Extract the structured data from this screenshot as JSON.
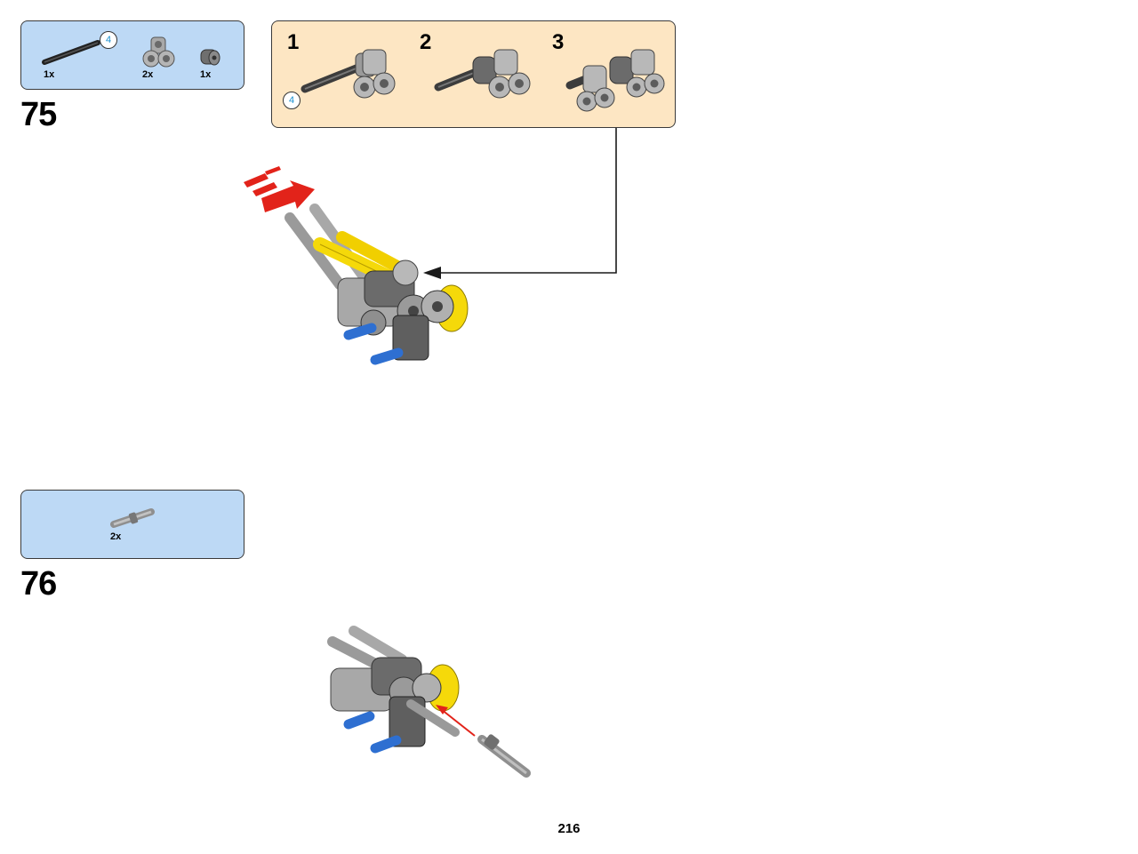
{
  "step75": {
    "number": "75",
    "parts": [
      {
        "qty": "1x",
        "icon": "axle-icon",
        "length": "4"
      },
      {
        "qty": "2x",
        "icon": "double-pin-connector-icon"
      },
      {
        "qty": "1x",
        "icon": "bush-icon"
      }
    ],
    "subassembly": {
      "steps": [
        "1",
        "2",
        "3"
      ],
      "axle_length": "4"
    }
  },
  "step76": {
    "number": "76",
    "parts": [
      {
        "qty": "2x",
        "icon": "pin-with-axle-icon"
      }
    ]
  },
  "page": {
    "number": "216"
  },
  "colors": {
    "parts_bg": "#bdd9f5",
    "subassembly_bg": "#fde6c3",
    "arrow_red": "#e2231a",
    "brick_yellow": "#f5d90a",
    "brick_blue": "#2e6fd1",
    "brick_gray": "#8c8c8c"
  }
}
